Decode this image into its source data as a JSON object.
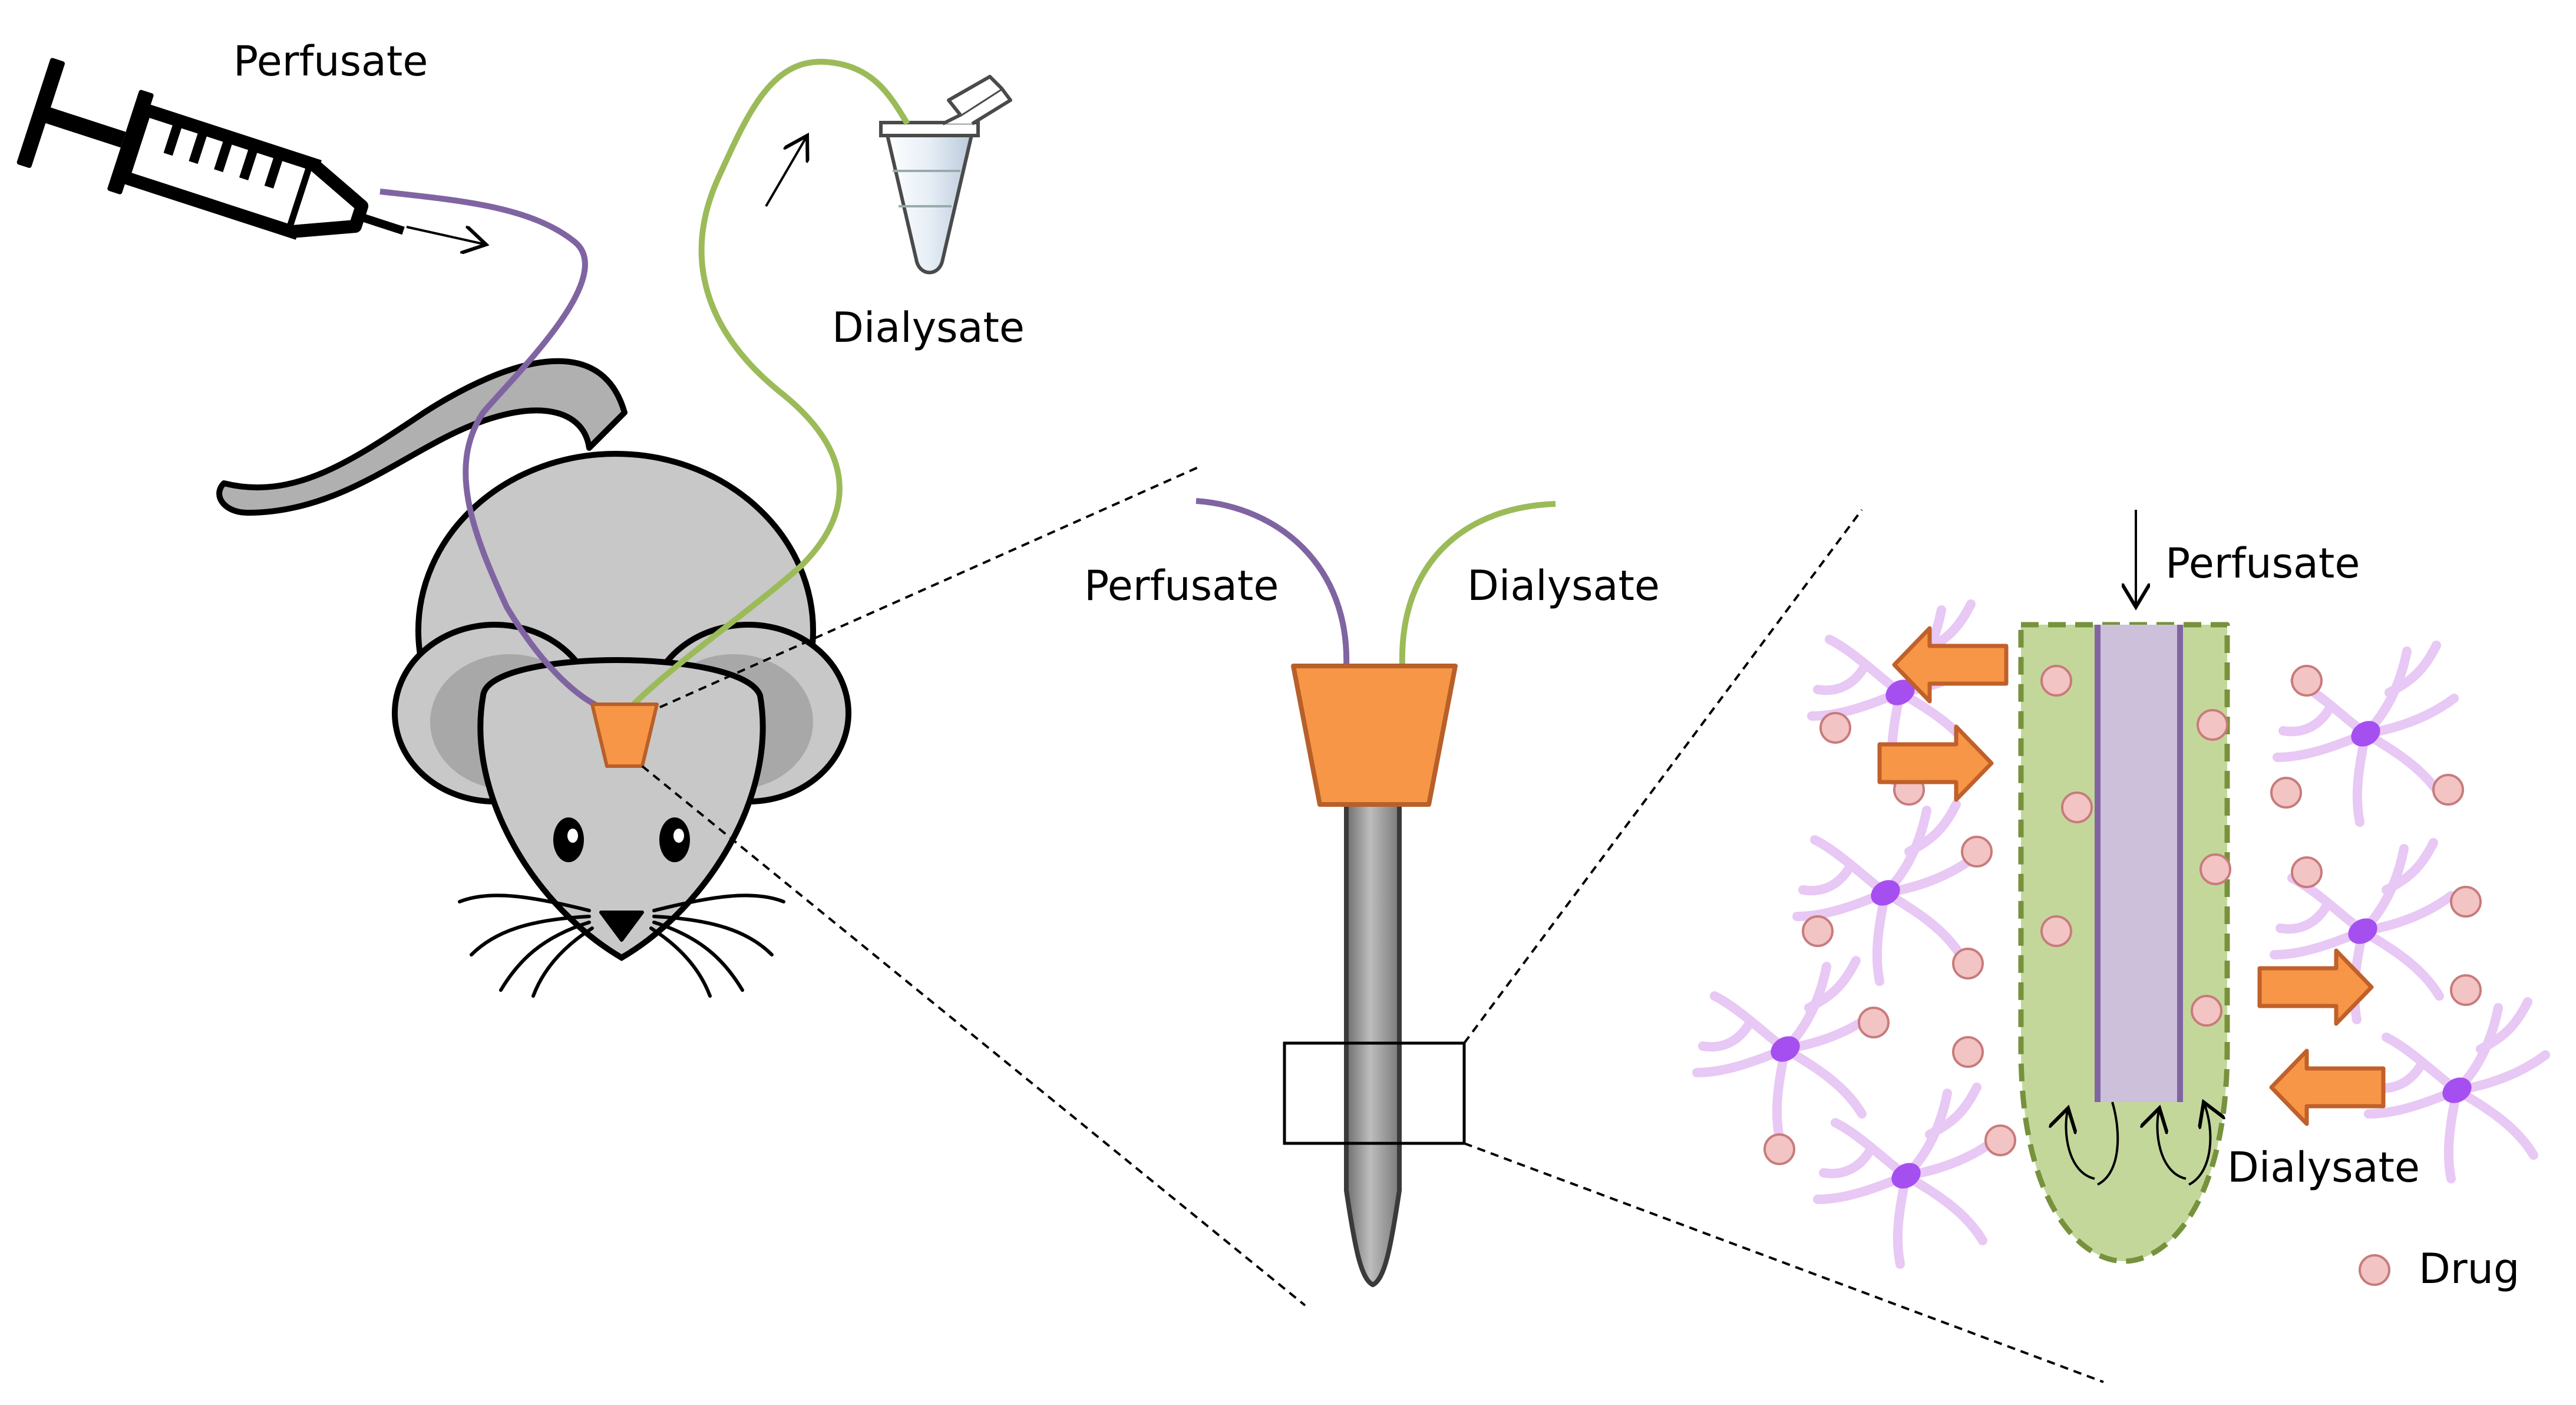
{
  "labels": {
    "syringe_perfusate": "Perfusate",
    "tube_dialysate": "Dialysate",
    "probe_perfusate": "Perfusate",
    "probe_dialysate": "Dialysate",
    "zoom_perfusate": "Perfusate",
    "zoom_dialysate": "Dialysate",
    "legend_drug": "Drug"
  },
  "colors": {
    "perfusate_line": "#8064a2",
    "dialysate_line": "#9bbb59",
    "probe_cap": "#f79646",
    "mouse_body": "#c8c8c8",
    "drug_dot": "#f2c4c4",
    "cell_body": "#a64ff0",
    "cell_process": "#e8c8f4",
    "membrane_fill": "#c4d79b",
    "inner_tube": "#ccc0da"
  }
}
